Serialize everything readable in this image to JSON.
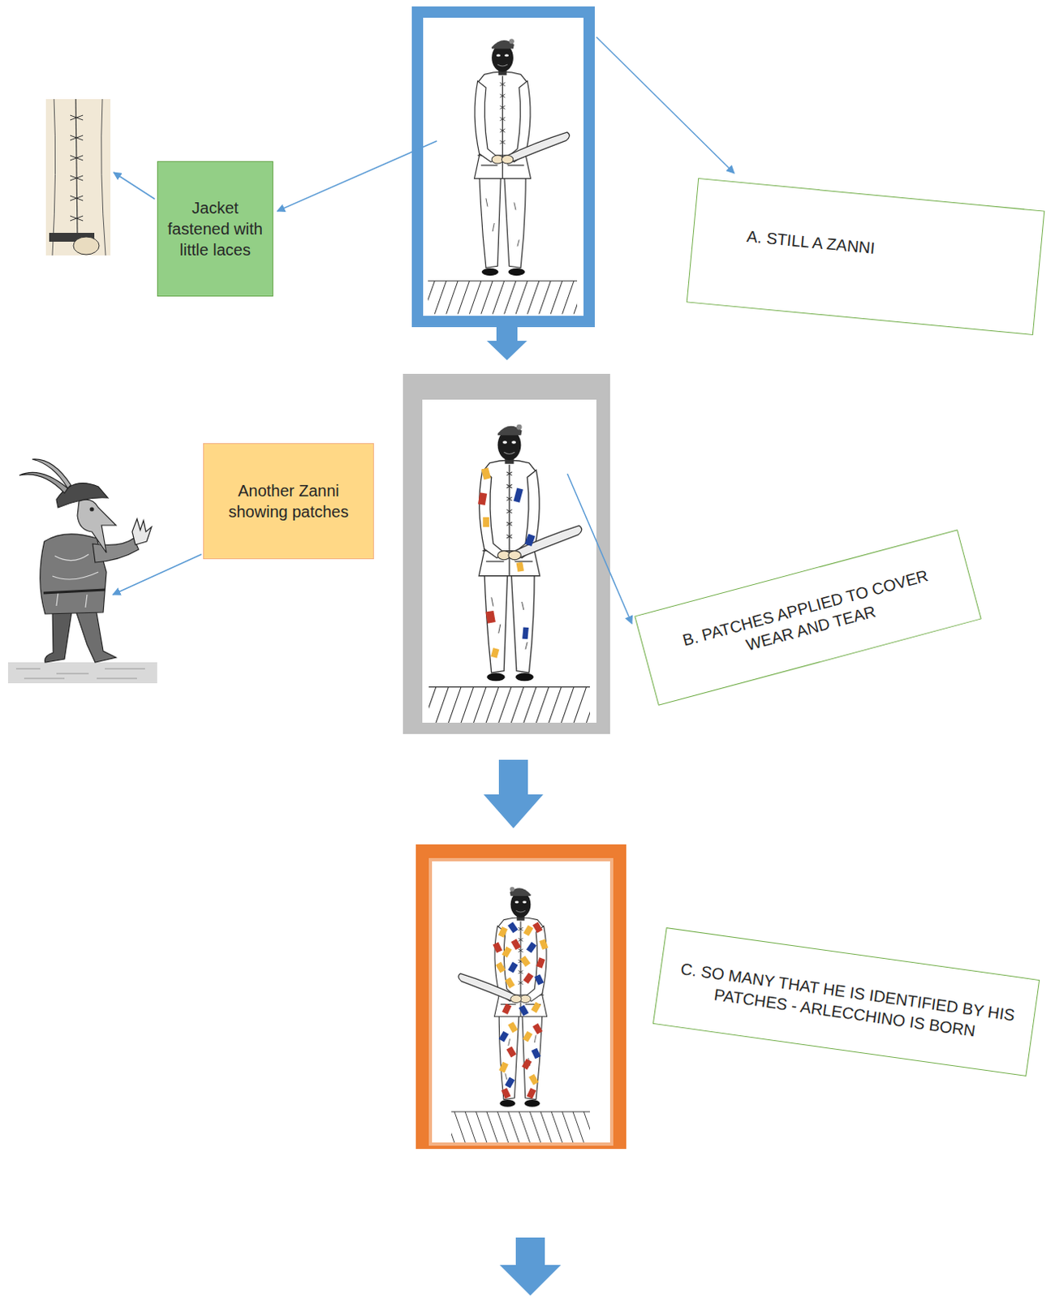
{
  "diagram": {
    "nodes": [
      {
        "text": [
          "Jacket fastened with little laces"
        ]
      },
      {
        "text": [
          "A. STILL A ZANNI"
        ]
      },
      {
        "text": [
          "Another Zanni showing patches"
        ]
      },
      {
        "text": [
          "B. PATCHES APPLIED TO COVER WEAR AND TEAR"
        ]
      },
      {
        "text": [
          "C. SO MANY THAT HE IS IDENTIFIED BY HIS PATCHES - ARLECCHINO IS BORN"
        ]
      }
    ]
  }
}
